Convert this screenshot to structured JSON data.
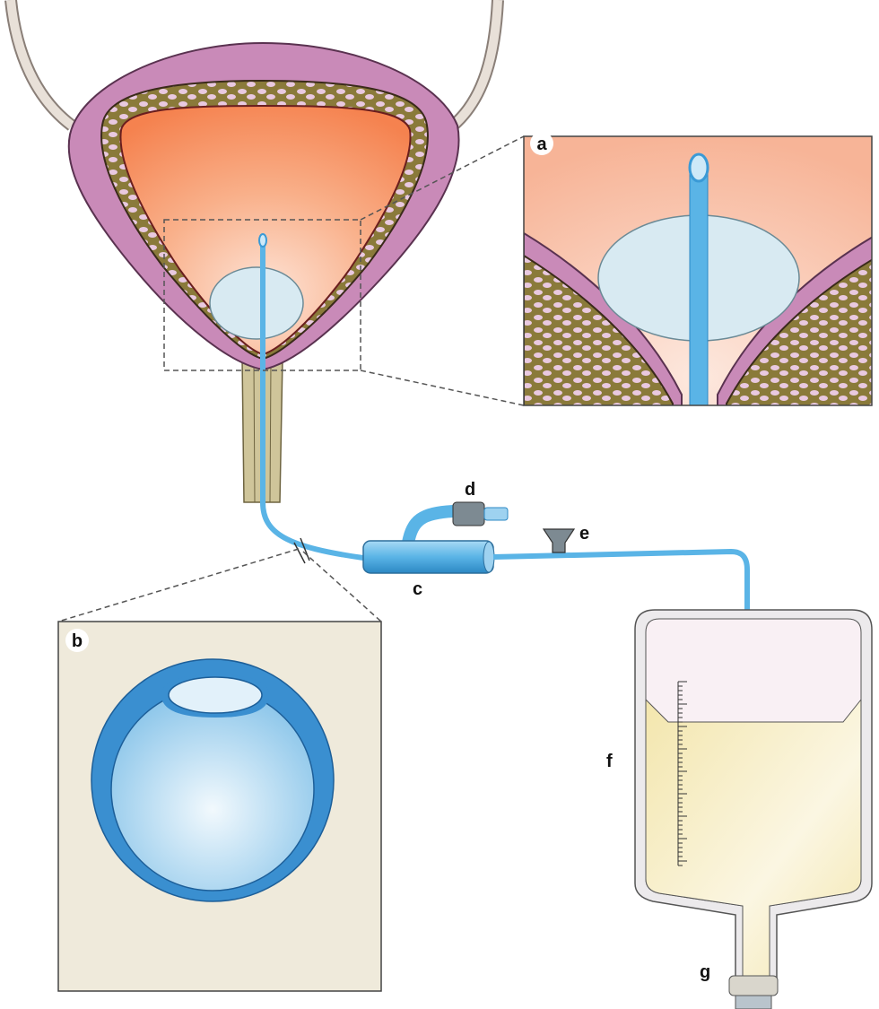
{
  "labels": {
    "a": "a",
    "b": "b",
    "c": "c",
    "d": "d",
    "e": "e",
    "f": "f",
    "g": "g"
  },
  "colors": {
    "bladder_wall": "#c98ab8",
    "muscle_layer": "#8a7a3a",
    "lumen": "#f79a6e",
    "catheter": "#5ab4e6",
    "balloon": "#d8eaf2",
    "inset_b_bg": "#efeadb",
    "urine": "#f6edc2",
    "bag": "#f9f4f6"
  }
}
